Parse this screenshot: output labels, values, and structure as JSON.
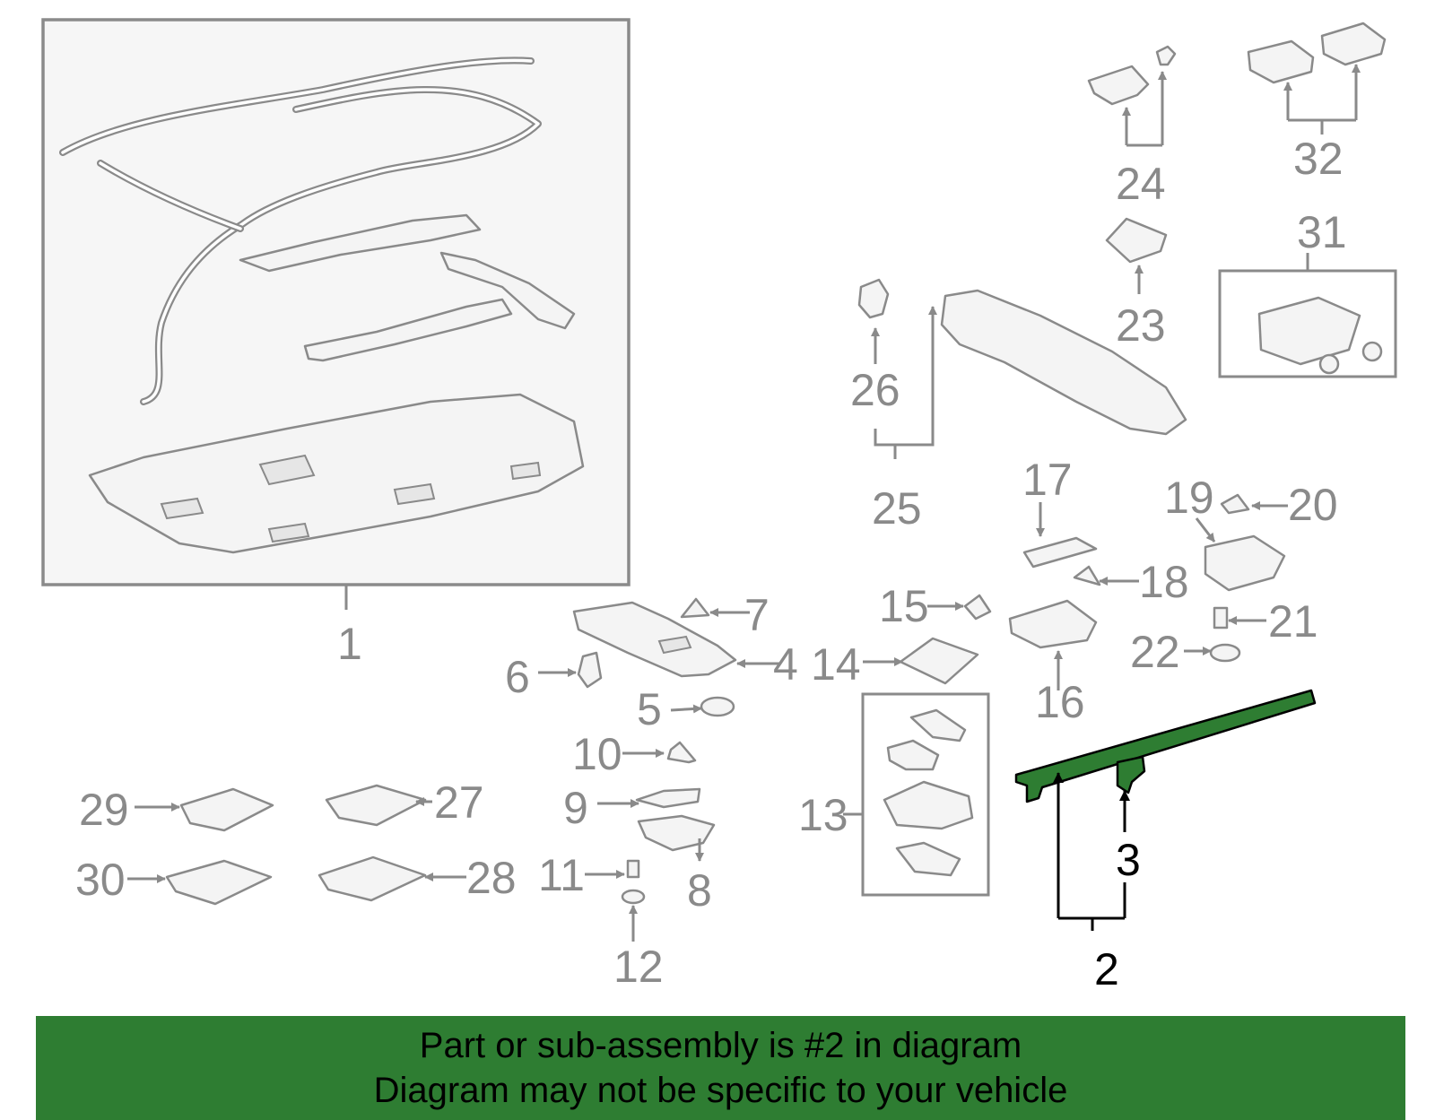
{
  "callouts": {
    "c1": "1",
    "c2": "2",
    "c3": "3",
    "c4": "4",
    "c5": "5",
    "c6": "6",
    "c7": "7",
    "c8": "8",
    "c9": "9",
    "c10": "10",
    "c11": "11",
    "c12": "12",
    "c13": "13",
    "c14": "14",
    "c15": "15",
    "c16": "16",
    "c17": "17",
    "c18": "18",
    "c19": "19",
    "c20": "20",
    "c21": "21",
    "c22": "22",
    "c23": "23",
    "c24": "24",
    "c25": "25",
    "c26": "26",
    "c27": "27",
    "c28": "28",
    "c29": "29",
    "c30": "30",
    "c31": "31",
    "c32": "32"
  },
  "highlighted_part": "2",
  "colors": {
    "highlight": "#2e7d32",
    "line": "#8a8a8a",
    "text_highlight": "#000000"
  },
  "banner": {
    "line1": "Part or sub-assembly is #2 in diagram",
    "line2": "Diagram may not be specific to your vehicle"
  }
}
